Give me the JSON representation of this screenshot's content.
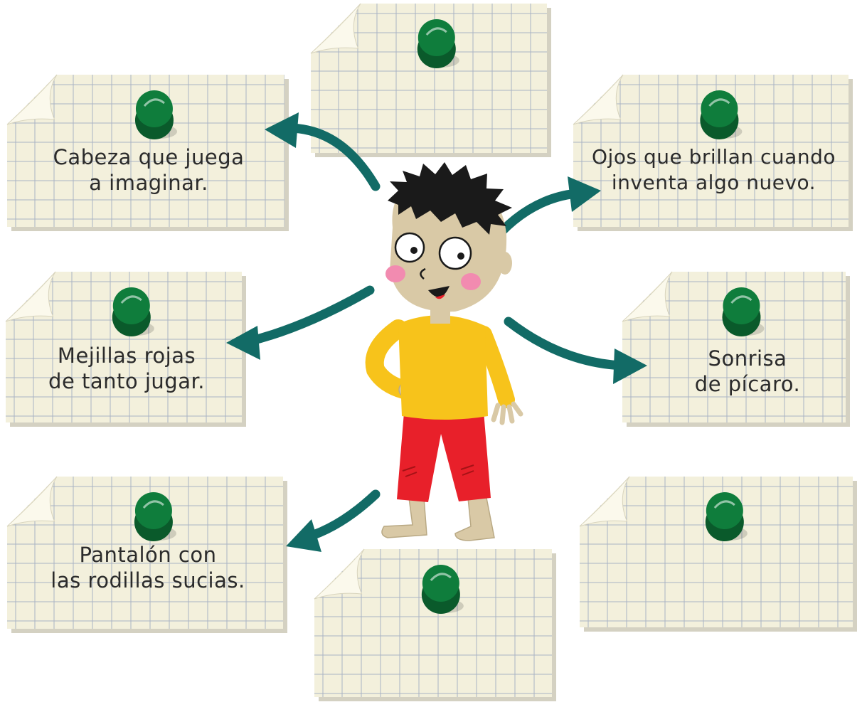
{
  "colors": {
    "paper": "#f3f0dc",
    "paper_shadow": "#c9c6b3",
    "grid": "#a9b3c4",
    "pin": "#0f7d3c",
    "pin_dark": "#0a5a2b",
    "arrow": "#126b66",
    "shirt": "#f7c31b",
    "shorts": "#e8202a",
    "skin": "#d9c9a6",
    "hair": "#1a1a1a",
    "cheek": "#f28bb0"
  },
  "notes": [
    {
      "id": "head",
      "lines": [
        "Cabeza que juega",
        "a imaginar."
      ]
    },
    {
      "id": "top-empty",
      "lines": []
    },
    {
      "id": "eyes",
      "lines": [
        "Ojos que brillan cuando",
        "inventa algo nuevo."
      ]
    },
    {
      "id": "cheeks",
      "lines": [
        "Mejillas rojas",
        "de tanto jugar."
      ]
    },
    {
      "id": "smile",
      "lines": [
        "Sonrisa",
        "de pícaro."
      ]
    },
    {
      "id": "pants",
      "lines": [
        "Pantalón con",
        "las rodillas sucias."
      ]
    },
    {
      "id": "bottom-empty",
      "lines": []
    },
    {
      "id": "bottom-right-empty",
      "lines": []
    }
  ],
  "character": {
    "icon": "cartoon-boy"
  },
  "pin_icon": "pushpin-icon",
  "arrow_icon": "curved-arrow-icon"
}
